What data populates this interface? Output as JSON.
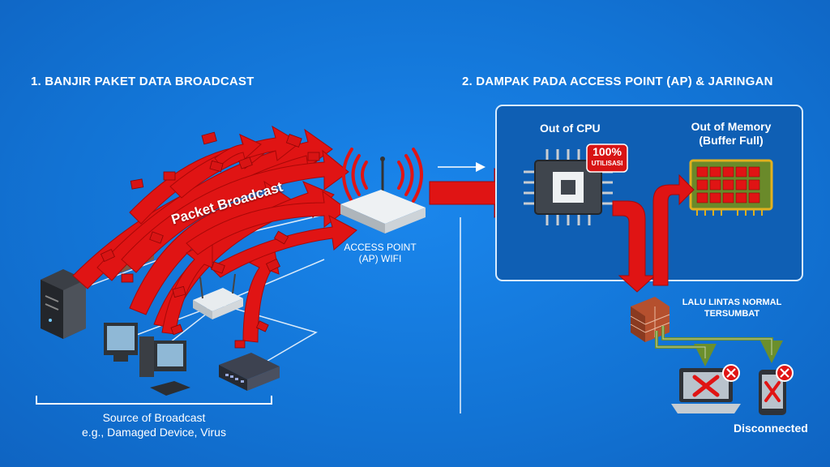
{
  "left": {
    "heading": "1. BANJIR PAKET DATA BROADCAST",
    "arrow_label": "Packet Broadcast",
    "ap_label_line1": "ACCESS POINT",
    "ap_label_line2": "(AP) WIFI",
    "source_line1": "Source of Broadcast",
    "source_line2": "e.g., Damaged Device, Virus"
  },
  "right": {
    "heading": "2. DAMPAK PADA ACCESS POINT (AP) & JARINGAN",
    "cpu_title": "Out of CPU",
    "cpu_badge_value": "100%",
    "cpu_badge_label": "UTILISASI",
    "memory_title_line1": "Out of Memory",
    "memory_title_line2": "(Buffer Full)",
    "blocked_line1": "LALU LINTAS NORMAL",
    "blocked_line2": "TERSUMBAT",
    "disconnected": "Disconnected"
  },
  "colors": {
    "background": "#1276d6",
    "flood_red": "#e01010",
    "panel_border": "#d8ecff",
    "memory_green": "#6a8a2a"
  },
  "icons": [
    "server-icon",
    "router-icon",
    "switch-icon",
    "desktop-icon",
    "access-point-icon",
    "cpu-icon",
    "memory-icon",
    "firewall-icon",
    "laptop-icon",
    "phone-icon",
    "error-icon"
  ]
}
